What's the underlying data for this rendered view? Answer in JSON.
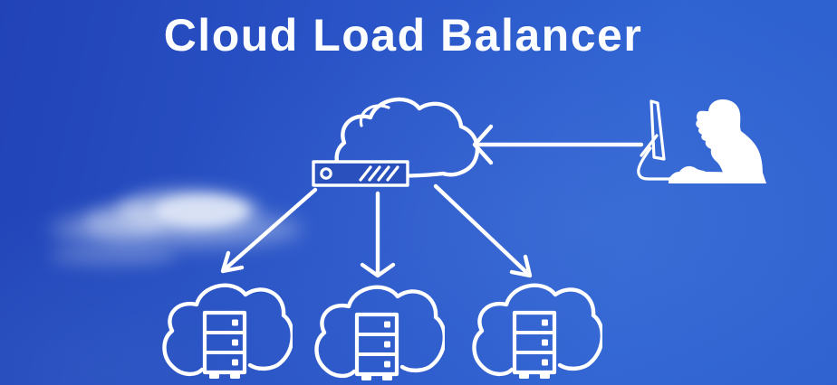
{
  "title": "Cloud Load Balancer",
  "colors": {
    "sky_top_left": "#2143b7",
    "sky_mid": "#2a55c8",
    "sky_light": "#2f63d2",
    "line": "#ffffff",
    "box_fill": "#2a50be"
  },
  "icons": {
    "load_balancer": "cloud-with-load-balancer-appliance-icon",
    "client": "person-at-computer-silhouette-icon",
    "server": "cloud-server-rack-icon",
    "background": "photographic-sky-cloud"
  },
  "nodes": {
    "client": "client-workstation",
    "load_balancer": "cloud-load-balancer",
    "servers": [
      "server-cloud-1",
      "server-cloud-2",
      "server-cloud-3"
    ]
  },
  "arrows": [
    {
      "from": "client",
      "to": "load_balancer",
      "direction": "right-to-left"
    },
    {
      "from": "load_balancer",
      "to": "server-cloud-1",
      "direction": "down-left"
    },
    {
      "from": "load_balancer",
      "to": "server-cloud-2",
      "direction": "down"
    },
    {
      "from": "load_balancer",
      "to": "server-cloud-3",
      "direction": "down-right"
    }
  ]
}
